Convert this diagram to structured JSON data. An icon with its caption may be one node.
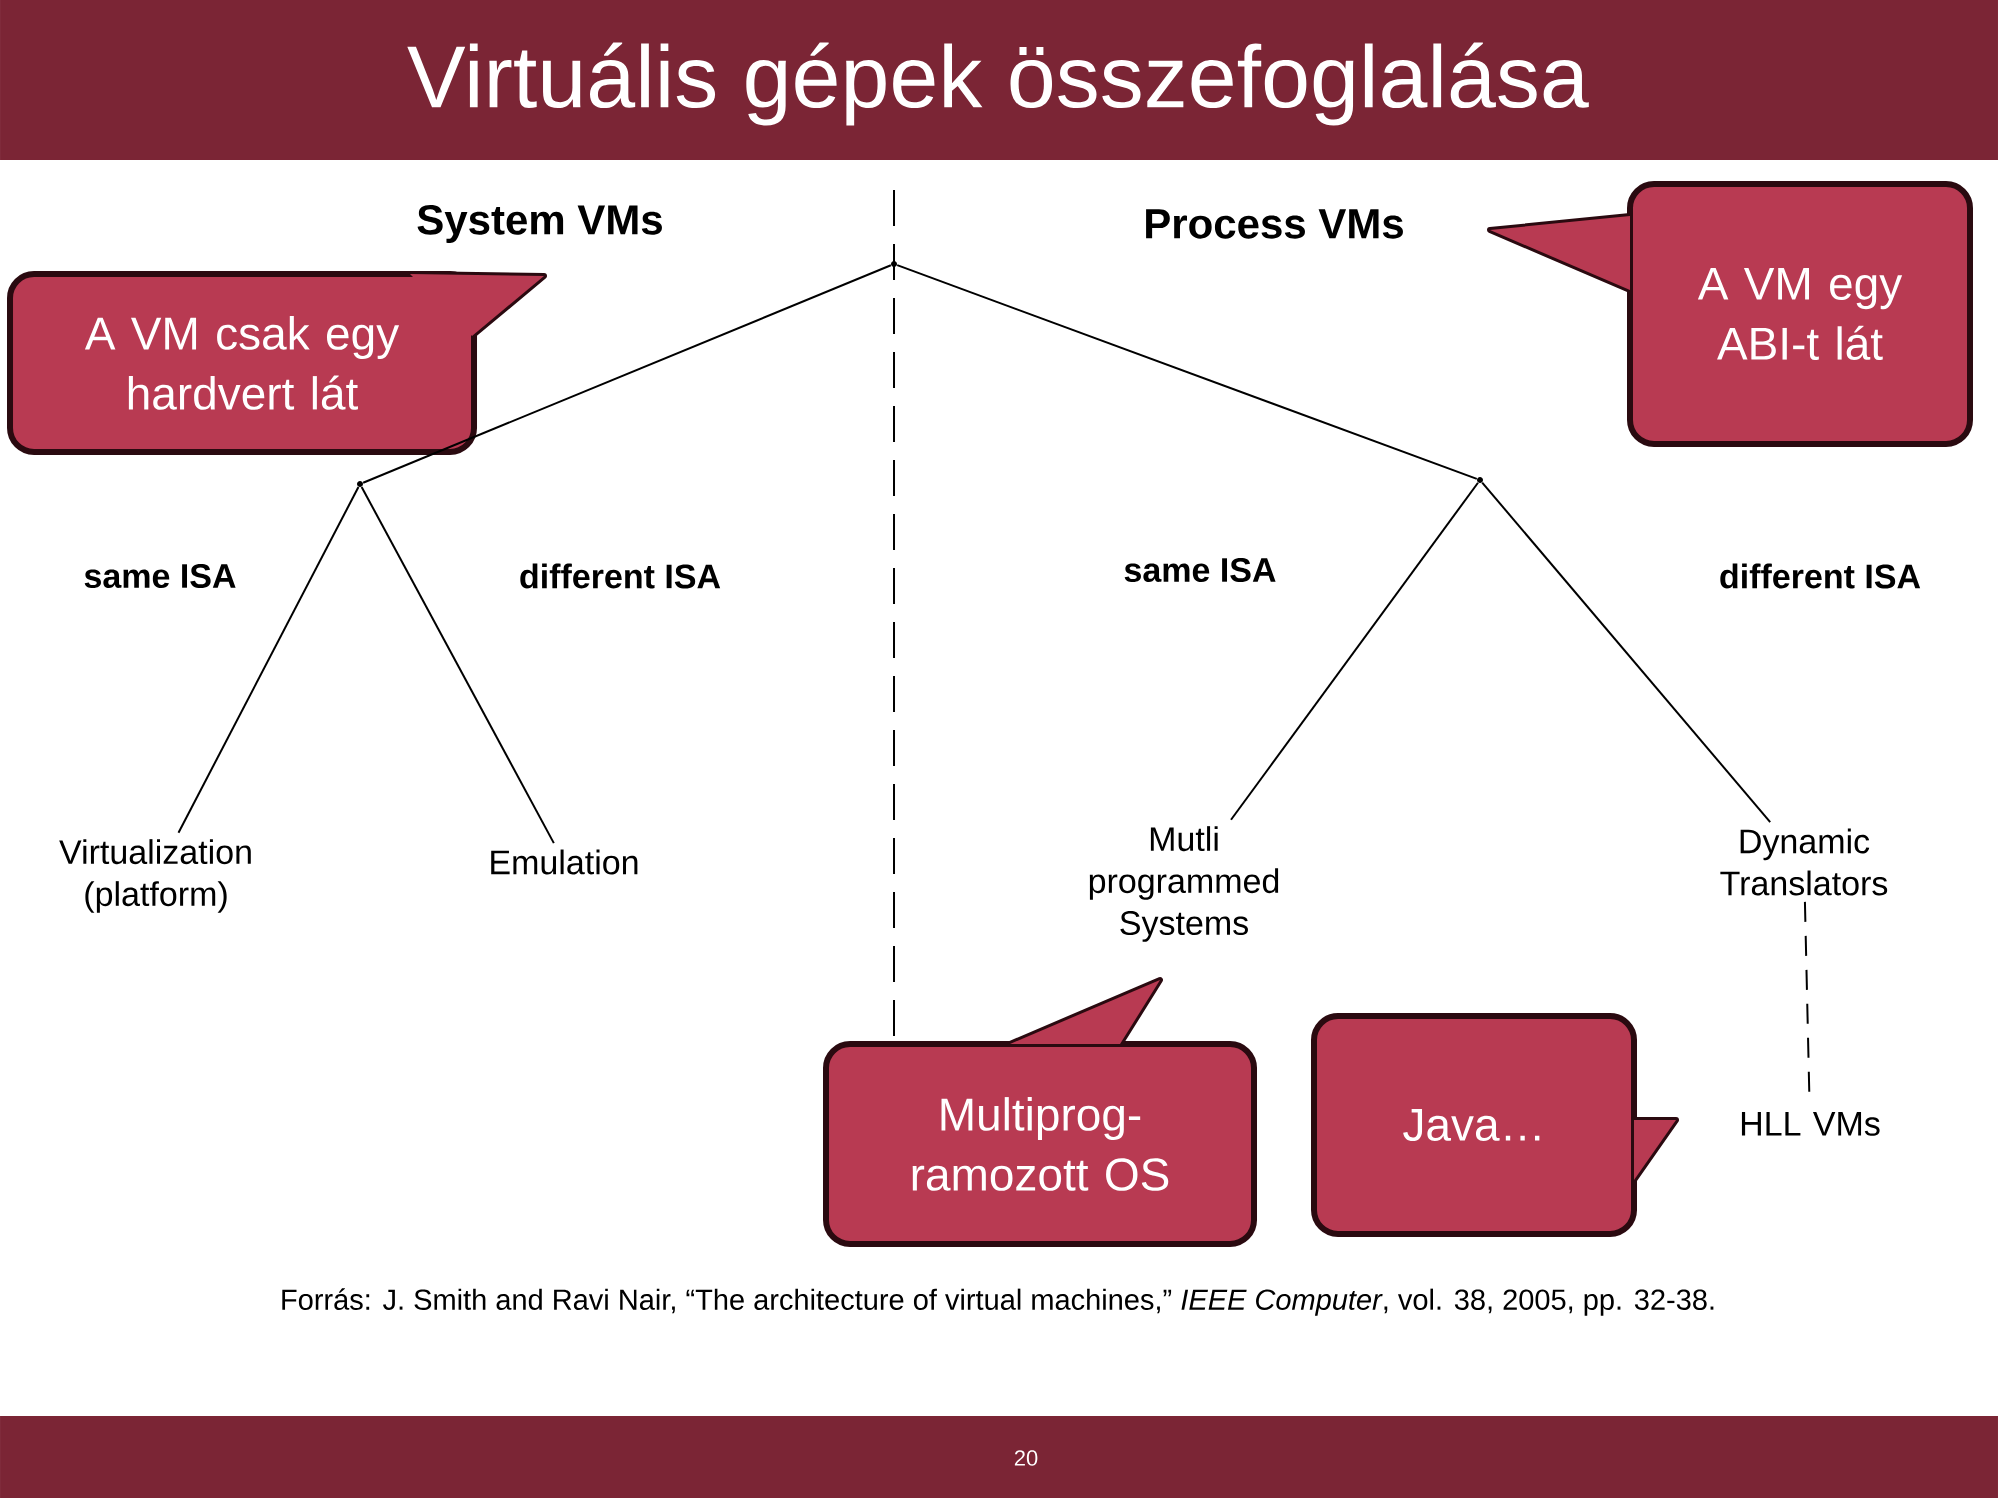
{
  "diagram": {
    "title": "Virtuális gépek összefoglalása",
    "caption": "Forrás: J. Smith and Ravi Nair, “The architecture of virtual machines,” *IEEE Computer*, vol. 38, 2005, pp. 32-38.",
    "nodes": [
      {
        "text": [],
        "shape": "point"
      },
      {
        "text": [],
        "shape": "point"
      },
      {
        "text": [],
        "shape": "point"
      },
      {
        "text": [
          "Virtualization (platform)"
        ]
      },
      {
        "text": [
          "Emulation"
        ]
      },
      {
        "text": [
          "Mutli programmed Systems"
        ]
      },
      {
        "text": [
          "Dynamic Translators"
        ]
      },
      {
        "text": [
          "HLL VMs"
        ]
      },
      {
        "text": [
          "A VM csak egy hardvert lát"
        ]
      },
      {
        "text": [
          "A VM egy ABI-t lát"
        ]
      },
      {
        "text": [
          "Multiprog-ramozott OS"
        ]
      },
      {
        "text": [
          "Java…"
        ]
      }
    ],
    "edges": [
      {
        "from": 0,
        "to": 1,
        "arrow": "none"
      },
      {
        "from": 0,
        "to": 2,
        "arrow": "none"
      },
      {
        "from": 1,
        "to": 3,
        "arrow": "none",
        "label": "same ISA"
      },
      {
        "from": 1,
        "to": 4,
        "arrow": "none",
        "label": "different ISA"
      },
      {
        "from": 2,
        "to": 5,
        "arrow": "none",
        "label": "same ISA"
      },
      {
        "from": 2,
        "to": 6,
        "arrow": "none",
        "label": "different ISA"
      },
      {
        "from": 6,
        "to": 7,
        "arrow": "none",
        "style": "dashed"
      }
    ],
    "labels": [
      "System VMs",
      "Process VMs",
      "20"
    ]
  }
}
